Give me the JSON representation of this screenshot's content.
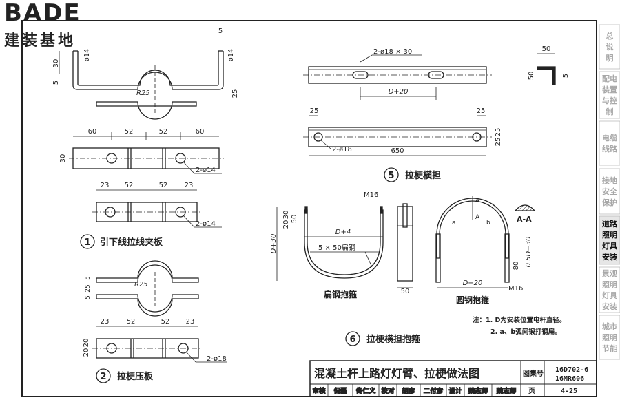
{
  "logo": {
    "brand": "BADE",
    "tagline": "建装基地"
  },
  "sidebar": {
    "tabs": [
      {
        "lines": [
          "总",
          "说",
          "明"
        ],
        "active": false
      },
      {
        "lines": [
          "配电",
          "装置",
          "与控",
          "制"
        ],
        "active": false
      },
      {
        "lines": [
          "电缆",
          "线路"
        ],
        "active": false
      },
      {
        "lines": [
          "接地",
          "安全",
          "保护"
        ],
        "active": false
      },
      {
        "lines": [
          "道路",
          "照明",
          "灯具",
          "安装"
        ],
        "active": true
      },
      {
        "lines": [
          "景观",
          "照明",
          "灯具",
          "安装"
        ],
        "active": false
      },
      {
        "lines": [
          "城市",
          "照明",
          "节能"
        ],
        "active": false
      }
    ]
  },
  "part1": {
    "title": "引下线拉线夹板",
    "number": "1",
    "dims_side": [
      "30",
      "5",
      "ø14",
      "R25",
      "25",
      "5"
    ],
    "dims_plan_top": [
      "60",
      "52",
      "52",
      "60"
    ],
    "dim_plan_height": "30",
    "hole_note_a": "2-ø14",
    "dims_plan2_top": [
      "23",
      "52",
      "52",
      "23"
    ],
    "hole_note_b": "2-ø14"
  },
  "part2": {
    "title": "拉梗压板",
    "number": "2",
    "dims_side": [
      "R25",
      "5",
      "25",
      "5"
    ],
    "dims_plan_top": [
      "23",
      "52",
      "52",
      "23"
    ],
    "dims_plan_left": [
      "20",
      "20"
    ],
    "hole_note": "2-ø18"
  },
  "part5": {
    "title": "拉梗横担",
    "number": "5",
    "slot_note": "2-ø18 × 30",
    "dim_slot_span": "D+20",
    "angle_dims": [
      "50",
      "50",
      "5"
    ],
    "dim_end_left": "25",
    "dim_end_right": "25",
    "dim_length": "650",
    "dims_right": [
      "25",
      "25"
    ],
    "hole_note": "2-ø18"
  },
  "part6": {
    "title": "拉梗横担抱箍",
    "number": "6",
    "flat_caption": "扁钢抱箍",
    "flat_dims": [
      "M16",
      "50",
      "20",
      "30",
      "D+30",
      "D+4"
    ],
    "flat_material": "5 × 50扁钢",
    "flat_width": "50",
    "round_caption": "圆钢抱箍",
    "section_label": "A-A",
    "round_marks": [
      "A",
      "A",
      "a",
      "b"
    ],
    "round_dims": [
      "0.5D+30",
      "80",
      "D+20",
      "M16"
    ],
    "notes": [
      "注：1. D为安装位置电杆直径。",
      "2. a、b弧间锻打钢扁。"
    ]
  },
  "titleblock": {
    "title": "混凝土杆上路灯灯臂、拉梗做法图",
    "atlas_label": "图集号",
    "atlas_no": [
      "16D702-6",
      "16MR606"
    ],
    "row": [
      "审核",
      "侃磊",
      "佟仁义",
      "校对",
      "胡彦",
      "二付彦",
      "设计",
      "魏志卿",
      "魏志卿"
    ],
    "page_label": "页",
    "page_no": "4-25"
  }
}
